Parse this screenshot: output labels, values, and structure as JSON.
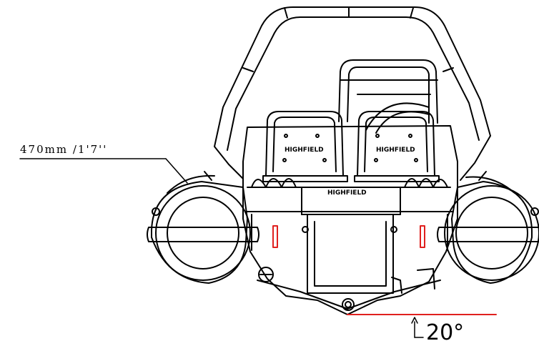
{
  "annotations": {
    "tube_diameter": "470mm /1'7''",
    "deadrise_angle": "20°"
  },
  "brand": {
    "seat_left": "HIGHFIELD",
    "seat_right": "HIGHFIELD",
    "console": "HIGHFIELD"
  },
  "colors": {
    "line": "#000000",
    "accent": "#e0201e",
    "background": "#ffffff"
  }
}
